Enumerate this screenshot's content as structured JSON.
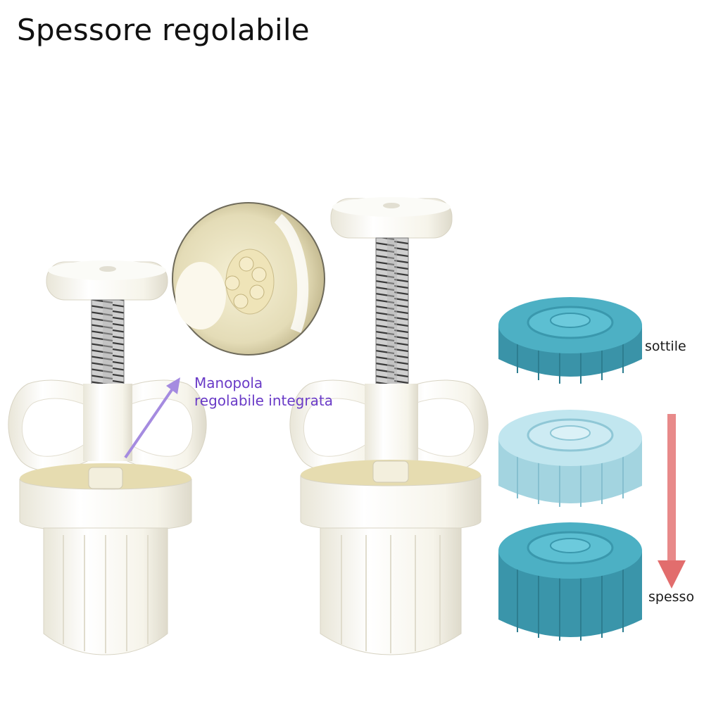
{
  "title": "Spessore regolabile",
  "callout": {
    "line1": "Manopola",
    "line2": "regolabile integrata",
    "color": "#6a3bc7"
  },
  "thickness": {
    "thin_label": "sottile",
    "thick_label": "spesso",
    "arrow_color": "#e26d6d"
  },
  "cakes": [
    {
      "name": "thin",
      "color": "#3f9fb4"
    },
    {
      "name": "medium",
      "color": "#a7d9e6"
    },
    {
      "name": "thick",
      "color": "#3fa0b5"
    }
  ],
  "icons": {
    "zoom": "zoom-inset-icon",
    "arrow": "down-arrow-icon"
  }
}
